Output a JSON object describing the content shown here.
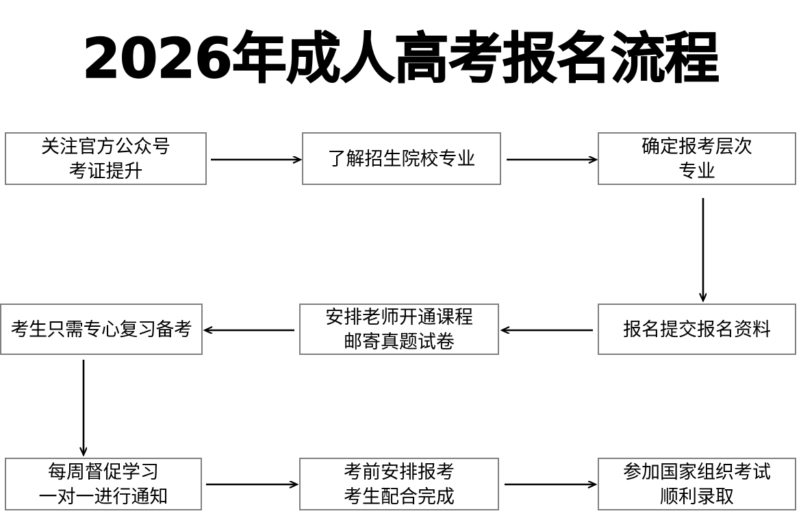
{
  "page": {
    "title": "2026年成人高考报名流程",
    "background_color": "#ffffff",
    "box_border_color": "#7f7f7f",
    "arrow_color": "#000000",
    "text_color": "#000000"
  },
  "flowchart": {
    "type": "process-flow",
    "direction": "snake: left-to-right, then right-to-left, then left-to-right",
    "nodes": [
      {
        "id": "n1",
        "row": 1,
        "col": 1,
        "lines": [
          "关注官方公众号",
          "考证提升"
        ]
      },
      {
        "id": "n2",
        "row": 1,
        "col": 2,
        "lines": [
          "了解招生院校专业"
        ]
      },
      {
        "id": "n3",
        "row": 1,
        "col": 3,
        "lines": [
          "确定报考层次",
          "专业"
        ]
      },
      {
        "id": "n4",
        "row": 2,
        "col": 1,
        "lines": [
          "考生只需专心复习备考"
        ]
      },
      {
        "id": "n5",
        "row": 2,
        "col": 2,
        "lines": [
          "安排老师开通课程",
          "邮寄真题试卷"
        ]
      },
      {
        "id": "n6",
        "row": 2,
        "col": 3,
        "lines": [
          "报名提交报名资料"
        ]
      },
      {
        "id": "n7",
        "row": 3,
        "col": 1,
        "lines": [
          "每周督促学习",
          "一对一进行通知"
        ]
      },
      {
        "id": "n8",
        "row": 3,
        "col": 2,
        "lines": [
          "考前安排报考",
          "考生配合完成"
        ]
      },
      {
        "id": "n9",
        "row": 3,
        "col": 3,
        "lines": [
          "参加国家组织考试",
          "顺利录取"
        ]
      }
    ],
    "edges": [
      {
        "from": "n1",
        "to": "n2",
        "direction": "right"
      },
      {
        "from": "n2",
        "to": "n3",
        "direction": "right"
      },
      {
        "from": "n3",
        "to": "n6",
        "direction": "down"
      },
      {
        "from": "n6",
        "to": "n5",
        "direction": "left"
      },
      {
        "from": "n5",
        "to": "n4",
        "direction": "left"
      },
      {
        "from": "n4",
        "to": "n7",
        "direction": "down"
      },
      {
        "from": "n7",
        "to": "n8",
        "direction": "right"
      },
      {
        "from": "n8",
        "to": "n9",
        "direction": "right"
      }
    ]
  }
}
